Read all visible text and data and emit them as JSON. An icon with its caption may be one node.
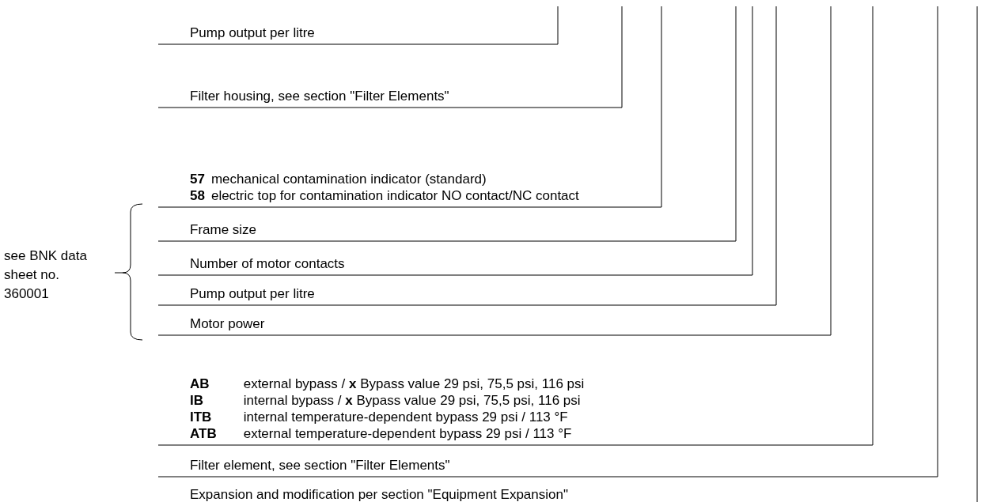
{
  "diagram": {
    "nodes": [
      {
        "text": [
          "Pump output per litre"
        ]
      },
      {
        "text": [
          "Filter housing, see section \"Filter Elements\""
        ]
      },
      {
        "text": [
          "57",
          "mechanical contamination indicator (standard)",
          "58",
          "electric top for contamination indicator NO contact/NC contact"
        ]
      },
      {
        "text": [
          "Frame size"
        ]
      },
      {
        "text": [
          "Number of motor contacts"
        ]
      },
      {
        "text": [
          "Pump output per litre"
        ]
      },
      {
        "text": [
          "Motor power"
        ]
      },
      {
        "text": [
          "AB",
          "external bypass / **x** Bypass value 29 psi, 75,5 psi, 116 psi",
          "IB",
          "internal bypass / **x** Bypass value 29 psi, 75,5 psi, 116 psi",
          "ITB",
          "internal temperature-dependent bypass 29 psi / 113 °F",
          "ATB",
          "external temperature-dependent bypass 29 psi / 113 °F"
        ]
      },
      {
        "text": [
          "Filter element, see section \"Filter Elements\""
        ]
      },
      {
        "text": [
          "Expansion and modification per section \"Equipment Expansion\""
        ]
      }
    ],
    "edges": [
      {
        "from": 0,
        "to": null,
        "arrow": "none"
      },
      {
        "from": 1,
        "to": null,
        "arrow": "none"
      },
      {
        "from": 2,
        "to": null,
        "arrow": "none"
      },
      {
        "from": 3,
        "to": null,
        "arrow": "none"
      },
      {
        "from": 4,
        "to": null,
        "arrow": "none"
      },
      {
        "from": 5,
        "to": null,
        "arrow": "none"
      },
      {
        "from": 6,
        "to": null,
        "arrow": "none"
      },
      {
        "from": 7,
        "to": null,
        "arrow": "none"
      },
      {
        "from": 8,
        "to": null,
        "arrow": "none"
      },
      {
        "from": 9,
        "to": null,
        "arrow": "none"
      }
    ],
    "labels": [
      "see BNK data sheet no. 360001"
    ]
  }
}
